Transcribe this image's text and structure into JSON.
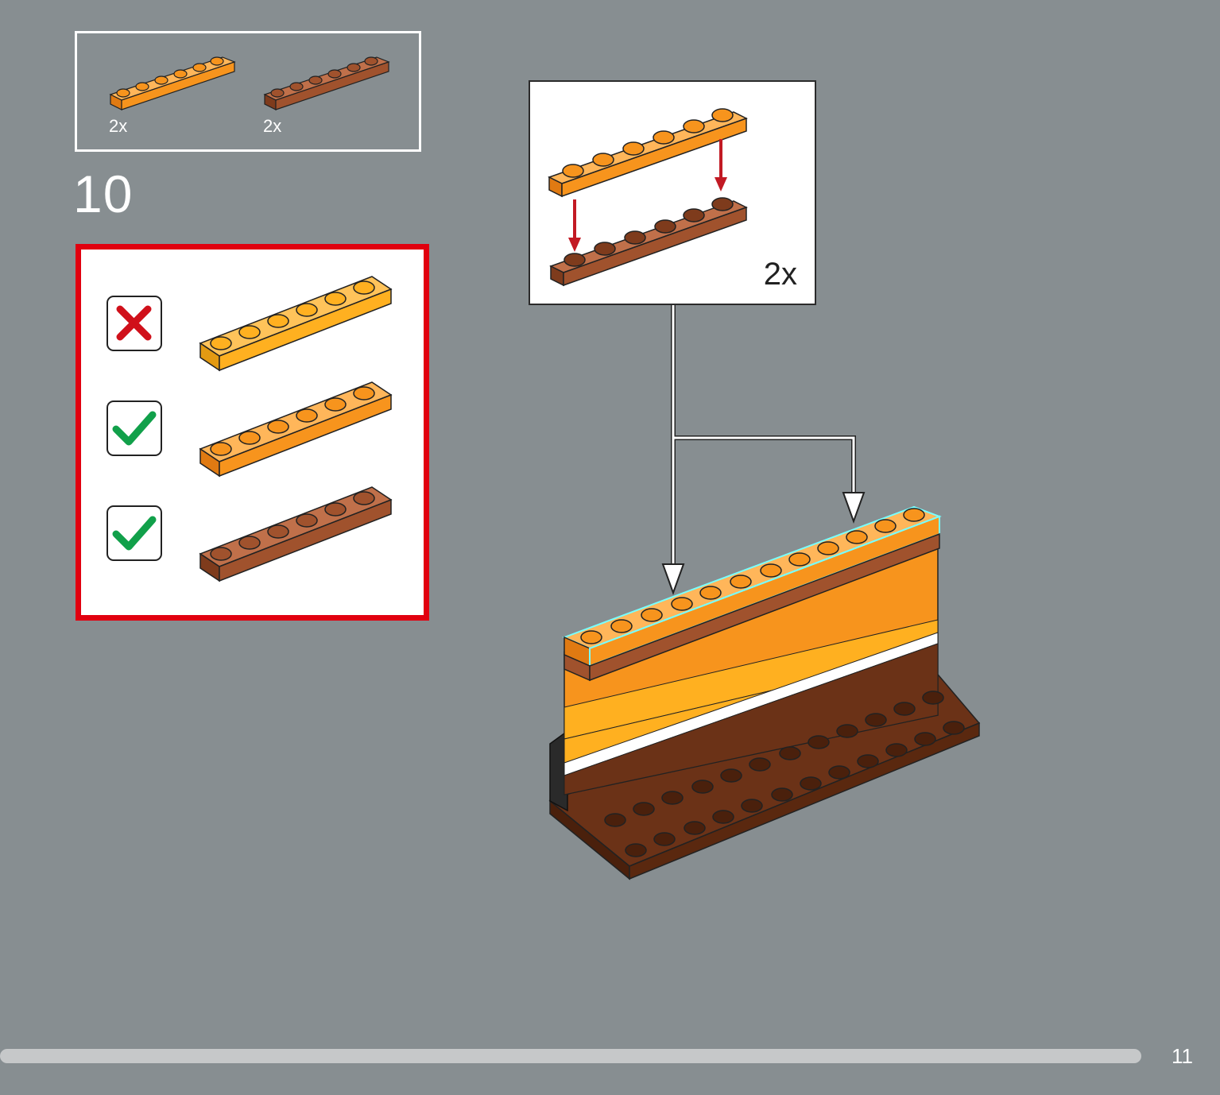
{
  "parts_list": {
    "items": [
      {
        "quantity": "2x",
        "color": "#f7941d",
        "icon": "orange-1x6-plate-icon"
      },
      {
        "quantity": "2x",
        "color": "#a0522d",
        "icon": "brown-1x6-plate-icon"
      }
    ]
  },
  "step": {
    "number": "10"
  },
  "color_guide": {
    "border_color": "#e1000f",
    "rows": [
      {
        "status": "wrong",
        "icon": "red-cross-icon",
        "brick_color": "#ffb020",
        "brick_icon": "bright-orange-1x6-plate-icon"
      },
      {
        "status": "correct",
        "icon": "green-check-icon",
        "brick_color": "#f7941d",
        "brick_icon": "orange-1x6-plate-icon"
      },
      {
        "status": "correct",
        "icon": "green-check-icon",
        "brick_color": "#a0522d",
        "brick_icon": "brown-1x6-plate-icon"
      }
    ]
  },
  "callout": {
    "quantity": "2x"
  },
  "footer": {
    "page_number": "11",
    "progress_fraction": 0.935
  }
}
